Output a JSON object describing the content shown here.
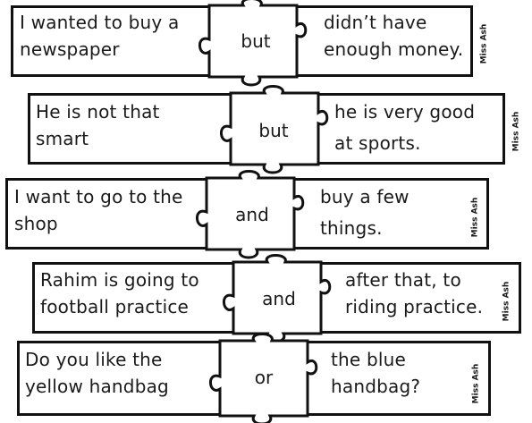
{
  "brand_mark": "Miss Ash",
  "rows": [
    {
      "left_line1": "I wanted to buy a",
      "left_line2": "newspaper",
      "conjunction": "but",
      "right_line1": "didn’t have",
      "right_line2": "enough money."
    },
    {
      "left_line1": "He is not that",
      "left_line2": "smart",
      "conjunction": "but",
      "right_line1": "he is very good",
      "right_line2": "at sports."
    },
    {
      "left_line1": "I want to go to the",
      "left_line2": "shop",
      "conjunction": "and",
      "right_line1": "buy a few",
      "right_line2": "things."
    },
    {
      "left_line1": "Rahim is going to",
      "left_line2": "football practice",
      "conjunction": "and",
      "right_line1": "after that, to",
      "right_line2": "riding practice.",
      "brand": true
    },
    {
      "left_line1": "Do you like the",
      "left_line2": "yellow handbag",
      "conjunction": "or",
      "right_line1": "the blue",
      "right_line2": "handbag?"
    }
  ]
}
